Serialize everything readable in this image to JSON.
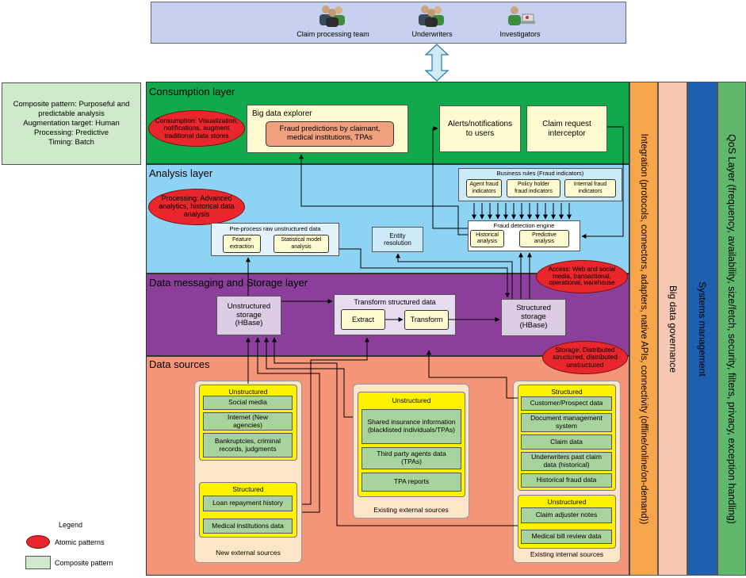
{
  "users": {
    "items": [
      {
        "label": "Claim processing team",
        "icon": "people-group-icon"
      },
      {
        "label": "Underwriters",
        "icon": "people-group-icon"
      },
      {
        "label": "Investigators",
        "icon": "investigator-icon"
      }
    ]
  },
  "composite": {
    "lines": [
      "Composite pattern: Purposeful and",
      "predictable analysis",
      "Augmentation target: Human",
      "Processing: Predictive",
      "Timing: Batch"
    ]
  },
  "layers": {
    "consumption": "Consumption layer",
    "analysis": "Analysis layer",
    "messaging": "Data messaging and Storage layer",
    "sources": "Data sources"
  },
  "atomic": {
    "consumption": "Consumption: Visualization, notifications, augment traditional data stores",
    "processing": "Processing: Advanced analytics, historical data analysis",
    "access": "Access: Web and social media, transactional, operational, warehouse",
    "storage": "Storage: Distributed structured, distributed unstructured"
  },
  "consumption": {
    "explorer_title": "Big data explorer",
    "explorer_item": "Fraud predictions by claimant, medical institutions, TPAs",
    "alerts": "Alerts/notifications to users",
    "interceptor": "Claim request interceptor"
  },
  "analysis": {
    "rules_title": "Business rules (Fraud indicators)",
    "rules": [
      "Agent fraud indicators",
      "Policy holder fraud indicators",
      "Internal fraud indicators"
    ],
    "engine_title": "Fraud detection engine",
    "engine_items": [
      "Historical analysis",
      "Predictive analysis"
    ],
    "preprocess_title": "Pre-process raw unstructured data",
    "preprocess_items": [
      "Feature extraction",
      "Statistical model analysis"
    ],
    "entity": "Entity resolution"
  },
  "messaging": {
    "unstructured_storage": "Unstructured storage (HBase)",
    "transform_title": "Transform structured data",
    "extract": "Extract",
    "transform": "Transform",
    "structured_storage": "Structured storage (HBase)"
  },
  "sources": {
    "new_external": {
      "footer": "New external sources",
      "unstructured_title": "Unstructured",
      "unstructured_items": [
        "Social media",
        "Internet (New agencies)",
        "Bankruptcies, criminal records, judgments"
      ],
      "structured_title": "Structured",
      "structured_items": [
        "Loan repayment history",
        "Medical institutions data"
      ]
    },
    "existing_external": {
      "footer": "Existing external sources",
      "unstructured_title": "Unstructured",
      "unstructured_items": [
        "Shared insurance information (blacklisted individuals/TPAs)",
        "Third party agents data (TPAs)",
        "TPA reports"
      ]
    },
    "existing_internal": {
      "footer": "Existing internal sources",
      "structured_title": "Structured",
      "structured_items": [
        "Customer/Prospect data",
        "Document management system",
        "Claim data",
        "Underwriters past claim data (historical)",
        "Historical fraud data"
      ],
      "unstructured_title": "Unstructured",
      "unstructured_items": [
        "Claim adjuster notes",
        "Medical bill review data"
      ]
    }
  },
  "side_bars": {
    "integration": "Integration (protocols, connectors, adapters, native APIs, connectivity (offline/online/on-demand))",
    "governance": "Big data governance",
    "systems": "Systems management",
    "qos": "QoS Layer (frequency, availability, size/fetch, security, filters, privacy, exception handling)"
  },
  "legend": {
    "title": "Legend",
    "atomic": "Atomic patterns",
    "composite": "Composite pattern"
  },
  "colors": {
    "users_bg": "#c5d1ee",
    "consumption_bg": "#12a84c",
    "analysis_bg": "#8fd3f4",
    "messaging_bg": "#8b3f9b",
    "sources_bg": "#f4957a",
    "atomic_oval": "#e8262b",
    "composite_bg": "#cfe9cb",
    "integration_bg": "#f7a64b",
    "governance_bg": "#f9c8b4",
    "systems_bg": "#1f5fb0",
    "qos_bg": "#5fb86c"
  }
}
